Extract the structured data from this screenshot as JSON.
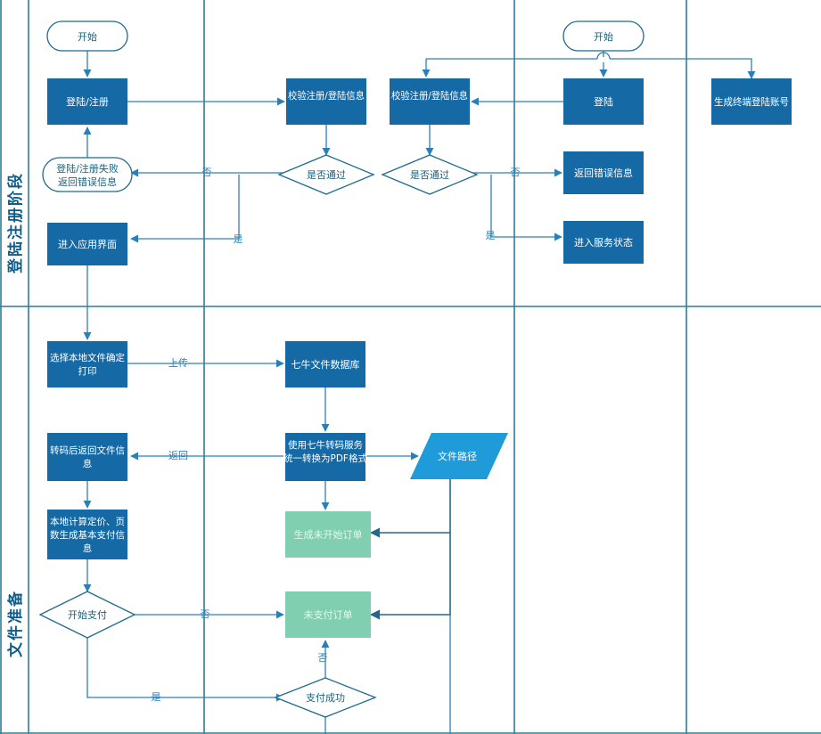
{
  "diagram": {
    "type": "flowchart-swimlane",
    "title": "",
    "colors": {
      "process_blue": "#1569A4",
      "process_green": "#7FCFB0",
      "data_parallelogram": "#1E9BD8",
      "connector": "#2980B9",
      "lane_divider": "#2E7D94",
      "lane_label_text": "#0E5C8A",
      "canvas": "#FFFFFF"
    },
    "lanes": [
      {
        "id": "lane-login",
        "label": "登陆注册阶段"
      },
      {
        "id": "lane-file",
        "label": "文件准备"
      }
    ],
    "nodes": [
      {
        "id": "n-start-left",
        "label": "开始",
        "shape": "terminator"
      },
      {
        "id": "n-login-register",
        "label": "登陆/注册",
        "shape": "process-blue"
      },
      {
        "id": "n-verify-1",
        "label": "校验注册/登陆信息",
        "shape": "process-blue"
      },
      {
        "id": "n-verify-2",
        "label": "校验注册/登陆信息",
        "shape": "process-blue"
      },
      {
        "id": "n-start-right",
        "label": "开始",
        "shape": "terminator"
      },
      {
        "id": "n-login",
        "label": "登陆",
        "shape": "process-blue"
      },
      {
        "id": "n-gen-account",
        "label": "生成终端登陆账号",
        "shape": "process-blue"
      },
      {
        "id": "n-login-fail",
        "label": "登陆/注册失败返回错误信息",
        "shape": "terminator"
      },
      {
        "id": "n-pass-1",
        "label": "是否通过",
        "shape": "decision"
      },
      {
        "id": "n-pass-2",
        "label": "是否通过",
        "shape": "decision"
      },
      {
        "id": "n-return-error",
        "label": "返回错误信息",
        "shape": "process-blue"
      },
      {
        "id": "n-enter-app",
        "label": "进入应用界面",
        "shape": "process-blue"
      },
      {
        "id": "n-enter-service",
        "label": "进入服务状态",
        "shape": "process-blue"
      },
      {
        "id": "n-select-file",
        "label": "选择本地文件确定打印",
        "shape": "process-blue"
      },
      {
        "id": "n-qiniu-db",
        "label": "七牛文件数据库",
        "shape": "process-blue"
      },
      {
        "id": "n-transcode-return",
        "label": "转码后返回文件信息",
        "shape": "process-blue"
      },
      {
        "id": "n-qiniu-convert",
        "label": "使用七牛转码服务统一转换为PDF格式",
        "shape": "process-blue"
      },
      {
        "id": "n-file-path",
        "label": "文件路径",
        "shape": "parallelogram"
      },
      {
        "id": "n-local-price",
        "label": "本地计算定价、页数生成基本支付信息",
        "shape": "process-blue"
      },
      {
        "id": "n-gen-unstarted",
        "label": "生成未开始订单",
        "shape": "process-green"
      },
      {
        "id": "n-unpaid-order",
        "label": "未支付订单",
        "shape": "process-green"
      },
      {
        "id": "n-start-pay",
        "label": "开始支付",
        "shape": "decision"
      },
      {
        "id": "n-pay-success",
        "label": "支付成功",
        "shape": "decision"
      }
    ],
    "edge_labels": [
      {
        "id": "e-no-1",
        "label": "否"
      },
      {
        "id": "e-yes-1",
        "label": "是"
      },
      {
        "id": "e-no-2",
        "label": "否"
      },
      {
        "id": "e-yes-2",
        "label": "是"
      },
      {
        "id": "e-upload",
        "label": "上传"
      },
      {
        "id": "e-return",
        "label": "返回"
      },
      {
        "id": "e-no-3",
        "label": "否"
      },
      {
        "id": "e-yes-3",
        "label": "是"
      },
      {
        "id": "e-no-4",
        "label": "否"
      }
    ]
  }
}
